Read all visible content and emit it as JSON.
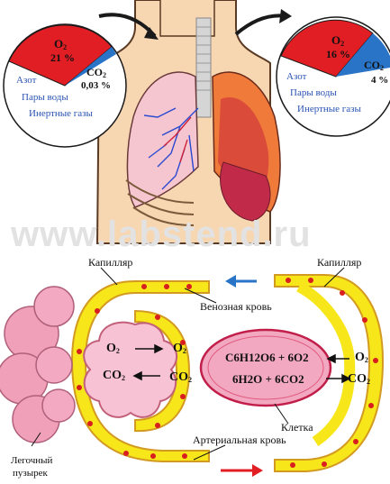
{
  "watermark": "www.labstend.ru",
  "inhaled_air": {
    "o2_label": "O",
    "o2_sub": "2",
    "o2_value": "21 %",
    "co2_label": "CO",
    "co2_sub": "2",
    "co2_value": "0,03 %",
    "other": [
      "Азот",
      "Пары воды",
      "Инертные газы"
    ]
  },
  "exhaled_air": {
    "o2_label": "O",
    "o2_sub": "2",
    "o2_value": "16 %",
    "co2_label": "CO",
    "co2_sub": "2",
    "co2_value": "4 %",
    "other": [
      "Азот",
      "Пары воды",
      "Инертные газы"
    ]
  },
  "labels": {
    "capillary_left": "Капилляр",
    "capillary_right": "Капилляр",
    "venous_blood": "Венозная кровь",
    "arterial_blood": "Артериальная кровь",
    "cell": "Клетка",
    "alveolus": [
      "Легочный",
      "пузырек"
    ]
  },
  "alveolus_exchange": {
    "o2_out": "O",
    "co2_in": "CO",
    "o2_blood": "O",
    "co2_blood": "CO",
    "sub": "2"
  },
  "cell_reaction": {
    "line1": "C6H12O6 + 6O2",
    "line2": "6H2O + 6CO2"
  },
  "tissue_exchange": {
    "o2": "O",
    "co2": "CO",
    "sub": "2"
  },
  "colors": {
    "red": "#e01e24",
    "blue": "#2a74c8",
    "capillary_yellow": "#f6e61a",
    "capillary_border": "#d39a22",
    "alveolus_pink": "#f3a9c1",
    "skin": "#f7d6b2",
    "lung_pink": "#f6c6d0"
  }
}
